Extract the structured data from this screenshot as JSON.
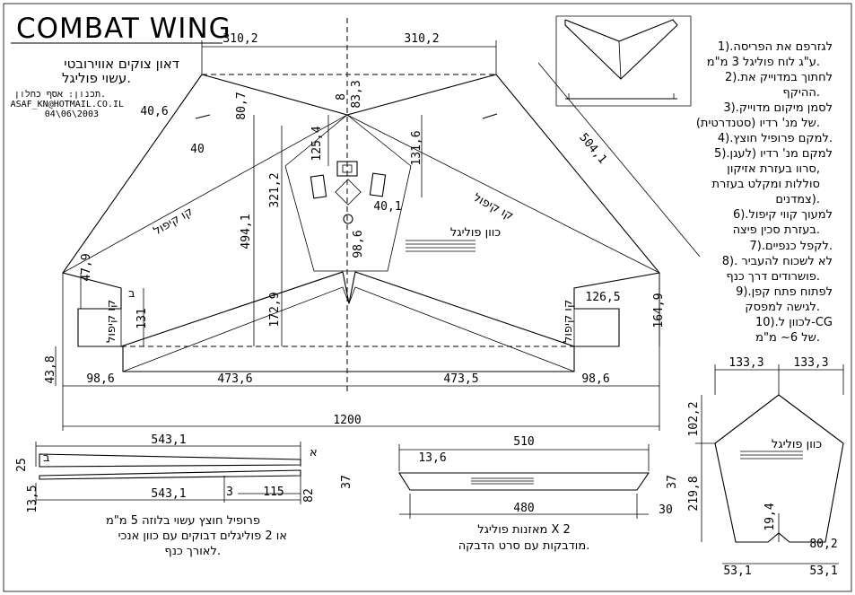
{
  "title": "COMBAT WING",
  "subtitle_lines": [
    "דאון צוקים אווירובטי",
    "עשוי פוליגל."
  ],
  "author_lines": [
    "תכנון: אסף כחלון.",
    "ASAF_KN@HOTMAIL.CO.IL",
    "04\\06\\2003"
  ],
  "instructions": [
    "1).לגזרפם את הפריסה",
    "ע\"ג לוח פוליגל 3 מ\"מ.",
    "2).לחתוך במדוייק את",
    "ההיקף.",
    "3).לסמן מיקום מדוייק",
    "של מנ' רדיו (סטנדרטית).",
    "4).למקם פרופיל חוצץ.",
    "5).למקם מנ' רדיו (לעגן",
    "סרוו בעזרת אזיקון,",
    "סוללות ומקלט בעזרת",
    "צמדנים).",
    "6).למעוך קווי קיפול",
    "בעזרת סכין פיצה.",
    "7).לקפל כנפיים.",
    "8). לא לשכוח להעביר",
    "פושרודים דרך כנף.",
    "9).לפתוח פתח קפן",
    "לגישה למפסק.",
    "10).לכוון ל-CG",
    "של 6~ מ\"מ."
  ],
  "main_dims": {
    "top_left": "310,2",
    "top_right": "310,2",
    "d_80_7": "80,7",
    "d_8": "8",
    "d_83_3": "83,3",
    "d_504_1": "504,1",
    "d_40_6": "40,6",
    "d_40": "40",
    "d_125_4": "125,4",
    "d_131_6": "131,6",
    "d_321_2": "321,2",
    "d_494_1": "494,1",
    "d_40_1": "40,1",
    "d_98_6_v": "98,6",
    "d_47_9": "47,9",
    "d_172_9": "172,9",
    "d_131": "131",
    "d_126_5": "126,5",
    "d_164_9": "164,9",
    "d_43_8": "43,8",
    "bottom_98_6_l": "98,6",
    "bottom_473_6": "473,6",
    "bottom_473_5": "473,5",
    "bottom_98_6_r": "98,6",
    "overall_1200": "1200"
  },
  "wing_labels": {
    "fold_left": "קו קיפול",
    "fold_right": "קו קיפול",
    "fold_tip_left": "קו קיפול",
    "fold_tip_right": "קו קיפול",
    "grain": "כוון פוליגל",
    "tip_letter": "ב"
  },
  "profile": {
    "d_543_1_top": "543,1",
    "d_543_1_bot": "543,1",
    "d_3": "3",
    "d_115": "115",
    "d_13_5": "13,5",
    "d_25": "25",
    "d_82": "82",
    "letter_a": "א",
    "letter_b": "ב",
    "caption": [
      "פרופיל חוצץ עשוי בלוזה 5 מ\"מ",
      "או 2 פוליגלים דבוקים עם כוון אנכי",
      "לאורך כנף."
    ]
  },
  "elevon": {
    "d_510": "510",
    "d_13_6": "13,6",
    "d_37_l": "37",
    "d_37_r": "37",
    "d_480": "480",
    "d_30": "30",
    "caption": [
      "מאזנות פוליגל X 2",
      "מודבקות עם סרט הדבקה."
    ]
  },
  "pentagon": {
    "d_133_3_l": "133,3",
    "d_133_3_r": "133,3",
    "d_102_2": "102,2",
    "d_219_8": "219,8",
    "d_19_4": "19,4",
    "d_80_2": "80,2",
    "d_53_1_l": "53,1",
    "d_53_1_r": "53,1",
    "grain": "כוון פוליגל"
  }
}
